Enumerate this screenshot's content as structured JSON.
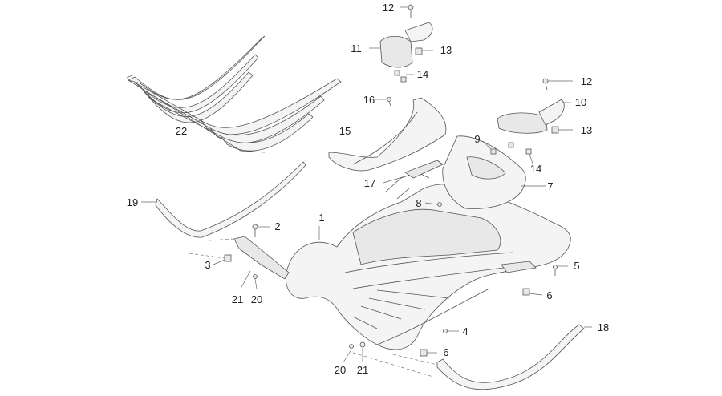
{
  "diagram": {
    "callouts": [
      {
        "id": "1",
        "text": "1"
      },
      {
        "id": "2",
        "text": "2"
      },
      {
        "id": "3",
        "text": "3"
      },
      {
        "id": "4",
        "text": "4"
      },
      {
        "id": "5",
        "text": "5"
      },
      {
        "id": "6a",
        "text": "6"
      },
      {
        "id": "6b",
        "text": "6"
      },
      {
        "id": "7",
        "text": "7"
      },
      {
        "id": "8",
        "text": "8"
      },
      {
        "id": "9",
        "text": "9"
      },
      {
        "id": "10",
        "text": "10"
      },
      {
        "id": "11",
        "text": "11"
      },
      {
        "id": "12a",
        "text": "12"
      },
      {
        "id": "12b",
        "text": "12"
      },
      {
        "id": "13a",
        "text": "13"
      },
      {
        "id": "13b",
        "text": "13"
      },
      {
        "id": "14a",
        "text": "14"
      },
      {
        "id": "14b",
        "text": "14"
      },
      {
        "id": "15",
        "text": "15"
      },
      {
        "id": "16",
        "text": "16"
      },
      {
        "id": "17",
        "text": "17"
      },
      {
        "id": "18",
        "text": "18"
      },
      {
        "id": "19",
        "text": "19"
      },
      {
        "id": "20a",
        "text": "20"
      },
      {
        "id": "20b",
        "text": "20"
      },
      {
        "id": "21a",
        "text": "21"
      },
      {
        "id": "21b",
        "text": "21"
      },
      {
        "id": "22",
        "text": "22"
      }
    ]
  }
}
